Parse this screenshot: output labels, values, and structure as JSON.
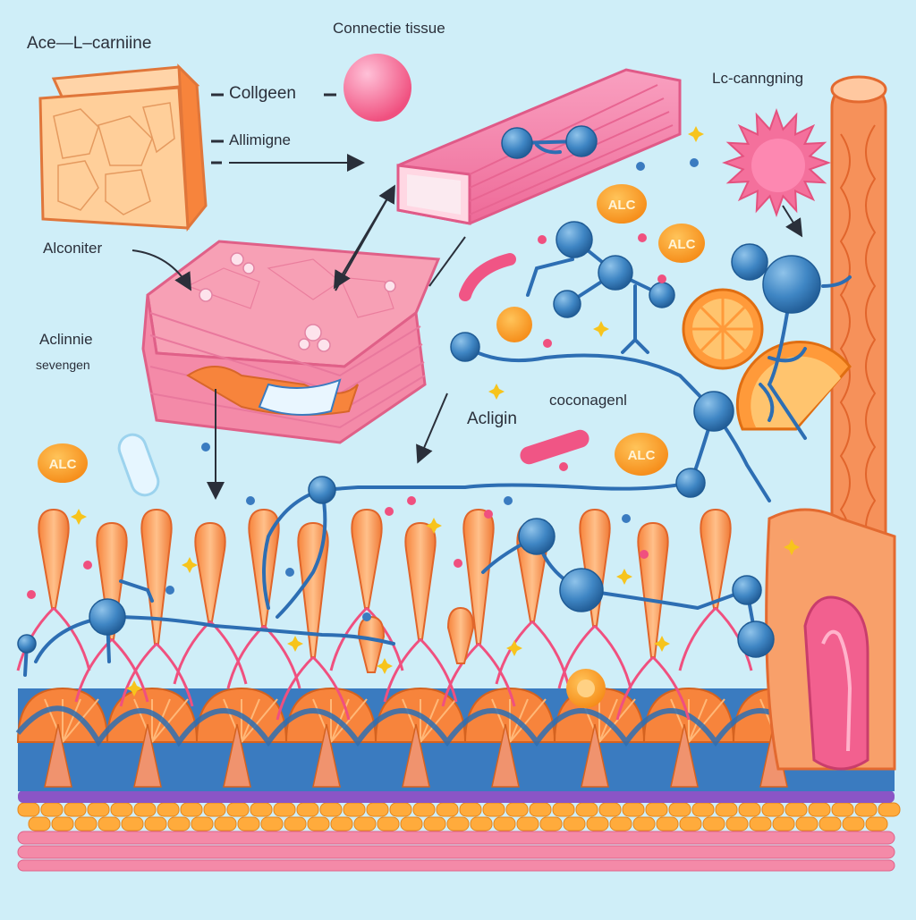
{
  "labels": {
    "top_left": "Ace—L–carniine",
    "connective_tissue": "Connectie tissue",
    "collgeen": "Collgeen",
    "allimigne": "Allimigne",
    "lc_canngning": "Lc-canngning",
    "alconiter": "Alconiter",
    "aclinine": "Aclinnie",
    "sevengen": "sevengen",
    "coconagenl": "coconagenl",
    "acligin": "Acligin"
  },
  "badges": [
    "ALC",
    "ALC",
    "ALC",
    "ALC"
  ],
  "colors": {
    "background": "#cfeef8",
    "molecule_blue": "#3f86c4",
    "tissue_pink": "#f47ea8",
    "tissue_orange": "#f79a52",
    "badge_orange": "#f59a2a"
  }
}
